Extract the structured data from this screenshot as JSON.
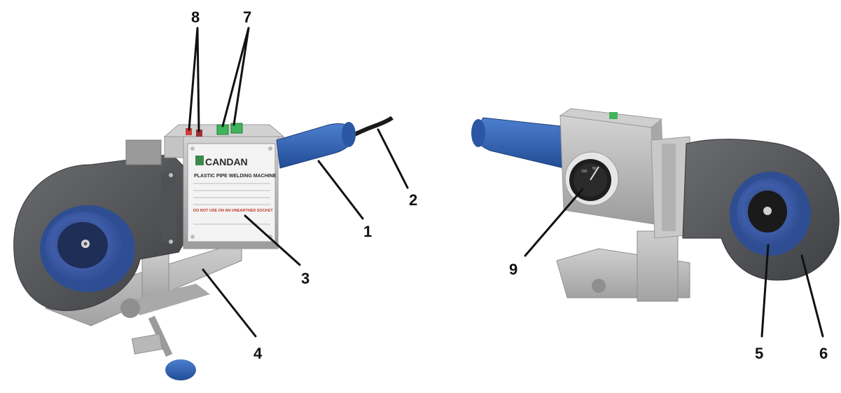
{
  "product": {
    "brand": "CANDAN",
    "plate_title": "PLASTIC PIPE WELDING MACHINE",
    "warning": "DO NOT USE ON AN UNEARTHED SOCKET"
  },
  "callouts": [
    {
      "number": "1"
    },
    {
      "number": "2"
    },
    {
      "number": "3"
    },
    {
      "number": "4"
    },
    {
      "number": "5"
    },
    {
      "number": "6"
    },
    {
      "number": "7"
    },
    {
      "number": "8"
    },
    {
      "number": "9"
    }
  ],
  "colors": {
    "body_grey": "#b9b9b9",
    "plate_dark": "#55575a",
    "handle_blue": "#2f62b3",
    "socket_blue": "#3a5aa8",
    "switch_green": "#3fb45a",
    "indicator_red": "#d13b3b",
    "leader": "#111111"
  }
}
